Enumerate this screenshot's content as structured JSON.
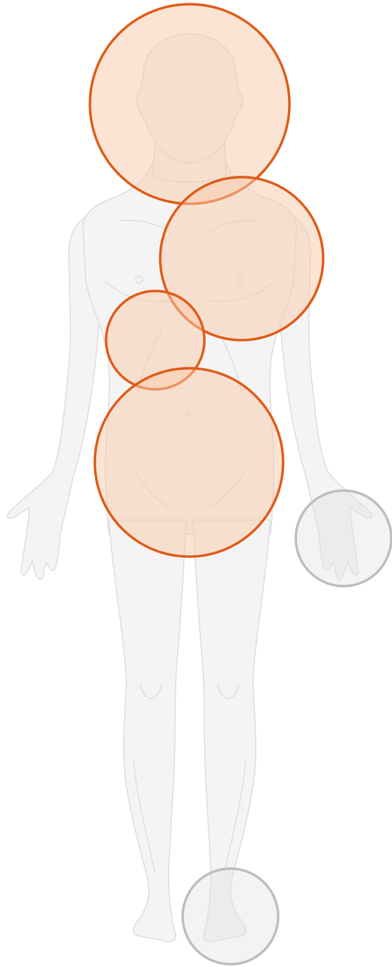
{
  "figure": {
    "subject": "human-body-front",
    "colors": {
      "selected_fill": "#f7c9a8",
      "selected_stroke": "#e05a17",
      "unselected_fill": "#e0e0e0",
      "unselected_stroke": "#bdbdbd",
      "body_fill": "#f4f4f4",
      "body_stroke": "#dedede"
    }
  },
  "regions": [
    {
      "id": "head",
      "state": "selected"
    },
    {
      "id": "chest",
      "state": "selected"
    },
    {
      "id": "upper-abdomen",
      "state": "selected"
    },
    {
      "id": "lower-abdomen",
      "state": "selected"
    },
    {
      "id": "left-hand",
      "state": "unselected"
    },
    {
      "id": "foot",
      "state": "unselected"
    }
  ]
}
